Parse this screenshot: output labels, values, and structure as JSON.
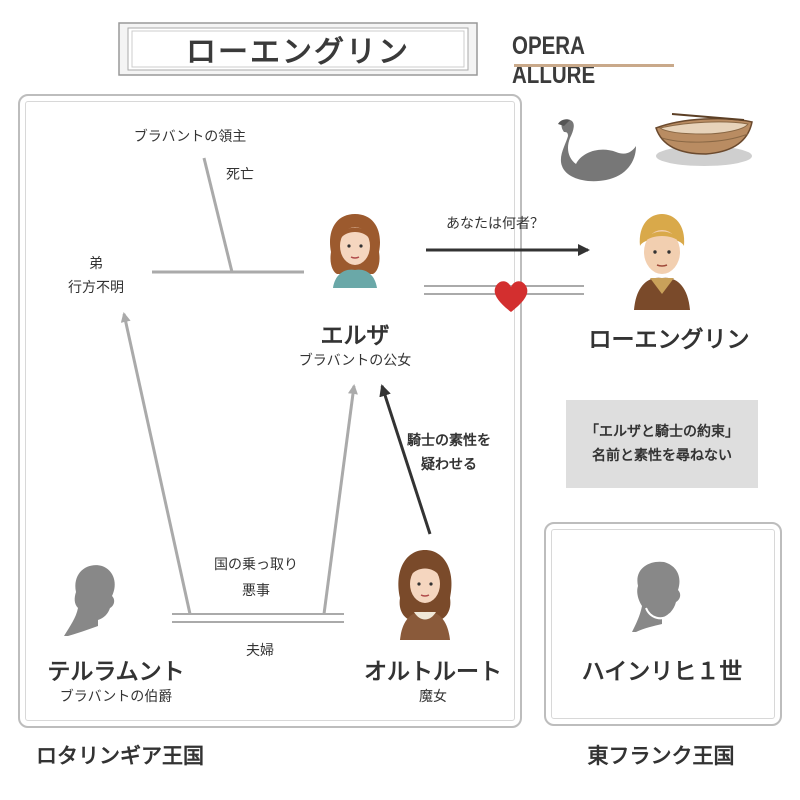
{
  "title": "ローエングリン",
  "brand": "OPERA ALLURE",
  "characters": {
    "brabant_lord": "ブラバントの領主",
    "brabant_lord_status": "死亡",
    "brother_line1": "弟",
    "brother_line2": "行方不明",
    "elsa_name": "エルザ",
    "elsa_title": "ブラバントの公女",
    "lohengrin_name": "ローエングリン",
    "telramund_name": "テルラムント",
    "telramund_title": "ブラバントの伯爵",
    "ortrud_name": "オルトルート",
    "ortrud_title": "魔女",
    "heinrich_name": "ハインリヒ１世"
  },
  "relations": {
    "who_are_you": "あなたは何者？",
    "doubt_line1": "騎士の素性を",
    "doubt_line2": "疑わせる",
    "plot_line1": "国の乗っ取り",
    "plot_line2": "悪事",
    "couple": "夫婦"
  },
  "note": {
    "line1": "「エルザと騎士の約束」",
    "line2": "名前と素性を尋ねない"
  },
  "kingdoms": {
    "left": "ロタリンギア王国",
    "right": "東フランク王国"
  },
  "colors": {
    "line_gray": "#aaaaaa",
    "arrow_dark": "#3a3a3a",
    "heart": "#d32f2f",
    "note_bg": "#dedede"
  }
}
